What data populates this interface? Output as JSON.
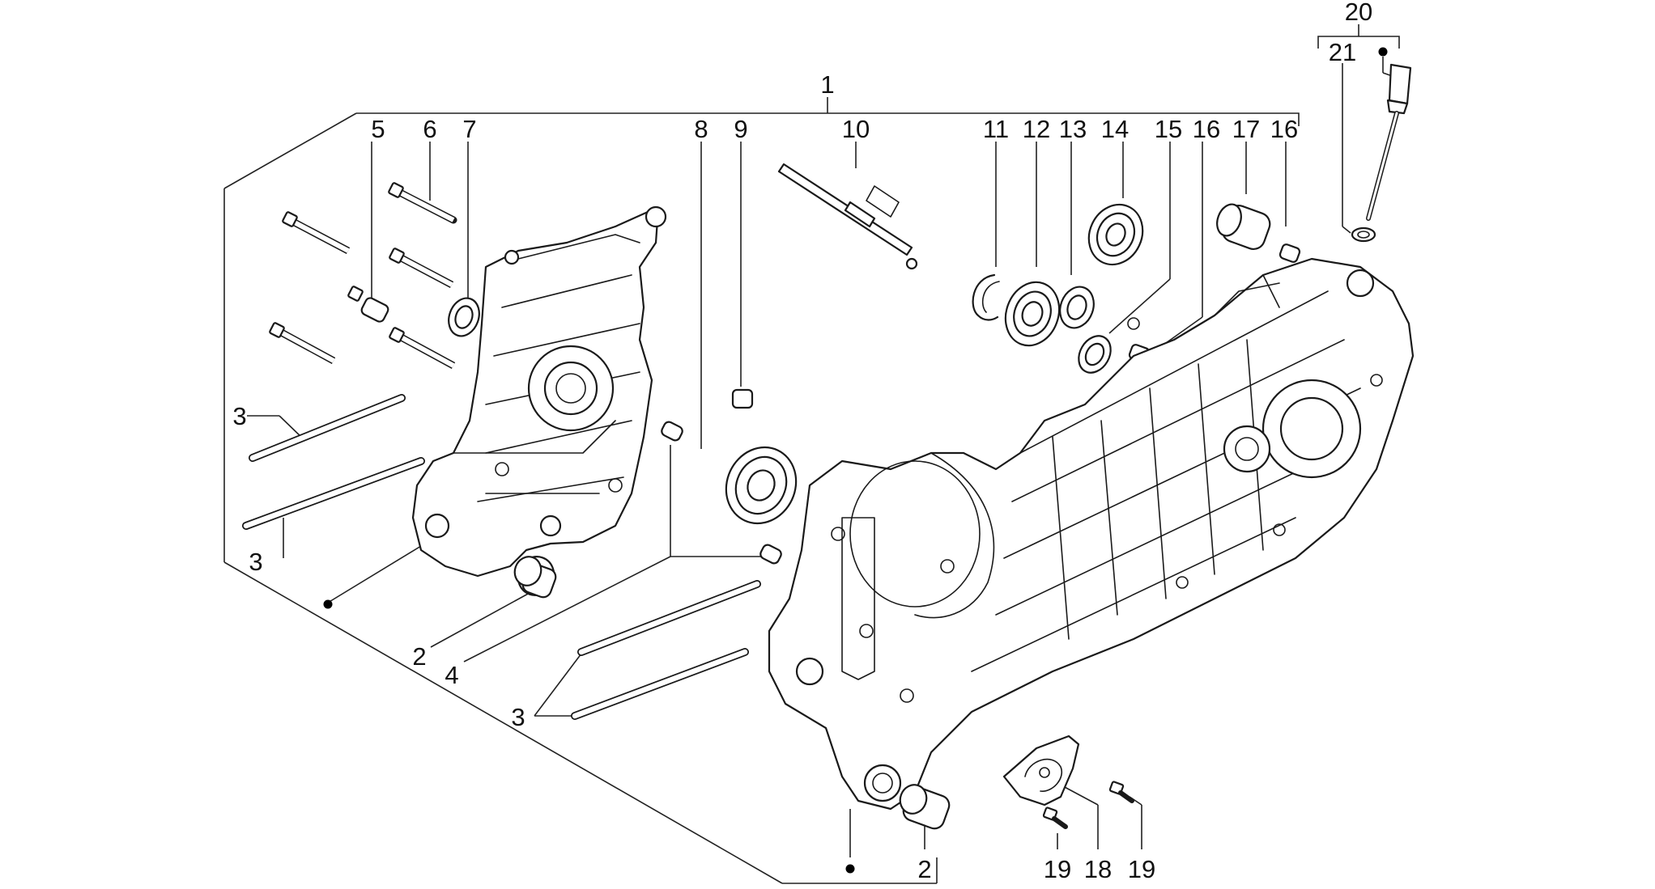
{
  "diagram": {
    "callouts": {
      "c1": "1",
      "c2a": "2",
      "c2b": "2",
      "c3a": "3",
      "c3b": "3",
      "c3c": "3",
      "c4": "4",
      "c5": "5",
      "c6": "6",
      "c7": "7",
      "c8": "8",
      "c9": "9",
      "c10": "10",
      "c11": "11",
      "c12": "12",
      "c13": "13",
      "c14": "14",
      "c15": "15",
      "c16a": "16",
      "c16b": "16",
      "c17": "17",
      "c18": "18",
      "c19a": "19",
      "c19b": "19",
      "c20": "20",
      "c21": "21"
    },
    "colors": {
      "line": "#1a1a1a",
      "background": "#ffffff"
    }
  }
}
